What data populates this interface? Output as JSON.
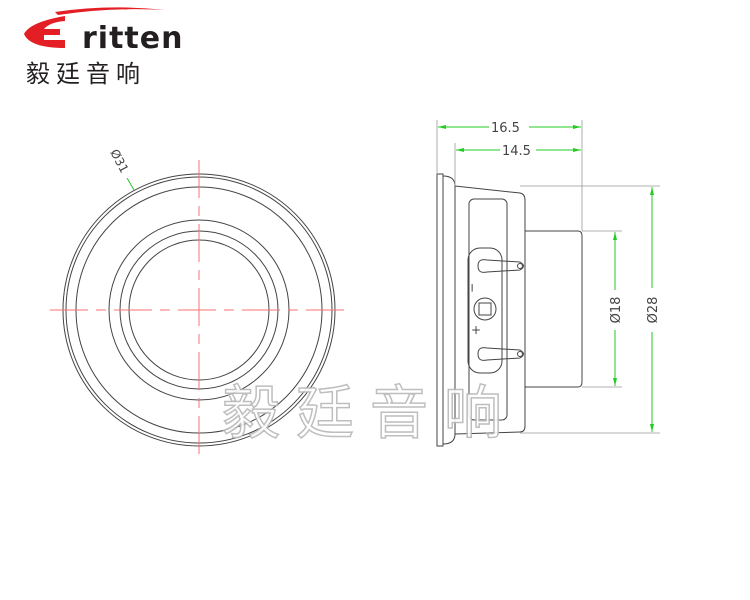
{
  "logo": {
    "brand": "ritten",
    "brand_initial": "E",
    "cn": "毅廷音响",
    "accent": "#e31e24"
  },
  "front_view": {
    "diameter_label": "Ø31"
  },
  "side_view": {
    "overall_depth_label": "16.5",
    "body_depth_label": "14.5",
    "magnet_diameter_label": "Ø18",
    "frame_diameter_label": "Ø28",
    "terminal_minus": "−",
    "terminal_plus": "+"
  },
  "watermark": "毅廷音响",
  "colors": {
    "line": "#333333",
    "centerline": "#ff6b6b",
    "dimension": "#22cc22"
  }
}
